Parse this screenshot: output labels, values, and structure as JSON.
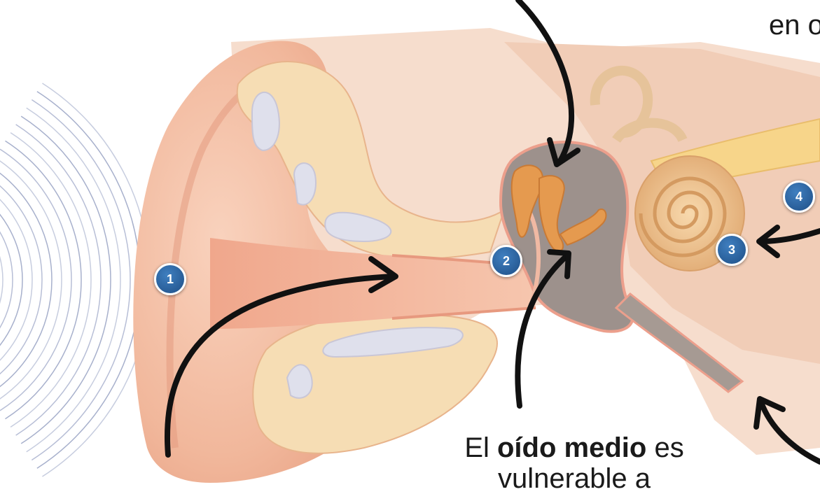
{
  "captions": {
    "top_right": "en o",
    "middle_pre": "El ",
    "middle_bold": "oído medio",
    "middle_post": " es",
    "middle_line2": "vulnerable a"
  },
  "badges": [
    "1",
    "2",
    "3",
    "4"
  ],
  "colors": {
    "skin": "#f3c0a6",
    "skin_dark": "#e7997f",
    "tissue": "#f6ddb4",
    "cartilage": "#dfe0ec",
    "middle_ear_cavity": "#9d918c",
    "ossicles": "#e59a4f",
    "cochlea": "#f2c590",
    "nerve": "#f7d58a",
    "sound_waves": "#5f6fa3",
    "badge": "#2f6cab",
    "arrow": "#111111"
  }
}
